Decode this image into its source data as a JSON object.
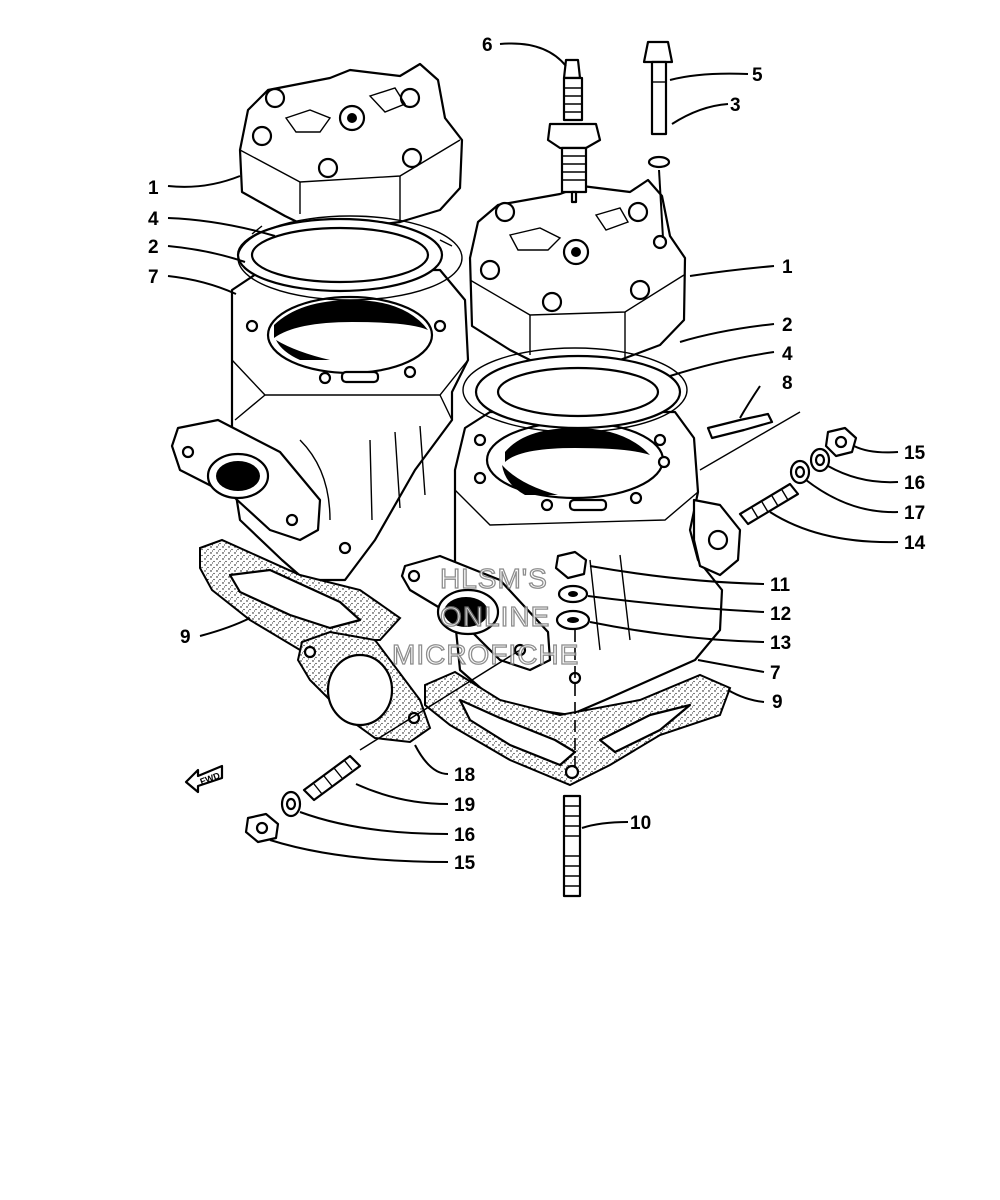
{
  "diagram": {
    "callouts": [
      {
        "id": "c1a",
        "text": "1"
      },
      {
        "id": "c4a",
        "text": "4"
      },
      {
        "id": "c2a",
        "text": "2"
      },
      {
        "id": "c7a",
        "text": "7"
      },
      {
        "id": "c6",
        "text": "6"
      },
      {
        "id": "c5",
        "text": "5"
      },
      {
        "id": "c3",
        "text": "3"
      },
      {
        "id": "c1b",
        "text": "1"
      },
      {
        "id": "c2b",
        "text": "2"
      },
      {
        "id": "c4b",
        "text": "4"
      },
      {
        "id": "c8",
        "text": "8"
      },
      {
        "id": "c15a",
        "text": "15"
      },
      {
        "id": "c16a",
        "text": "16"
      },
      {
        "id": "c17",
        "text": "17"
      },
      {
        "id": "c14",
        "text": "14"
      },
      {
        "id": "c11",
        "text": "11"
      },
      {
        "id": "c12",
        "text": "12"
      },
      {
        "id": "c13",
        "text": "13"
      },
      {
        "id": "c7b",
        "text": "7"
      },
      {
        "id": "c9b",
        "text": "9"
      },
      {
        "id": "c9a",
        "text": "9"
      },
      {
        "id": "c10",
        "text": "10"
      },
      {
        "id": "c18",
        "text": "18"
      },
      {
        "id": "c19",
        "text": "19"
      },
      {
        "id": "c16b",
        "text": "16"
      },
      {
        "id": "c15b",
        "text": "15"
      }
    ],
    "watermark": {
      "line1": "HLSM'S",
      "line2": "ONLINE",
      "line3": "MICROFICHE"
    },
    "fwd_marker": "FWD"
  }
}
